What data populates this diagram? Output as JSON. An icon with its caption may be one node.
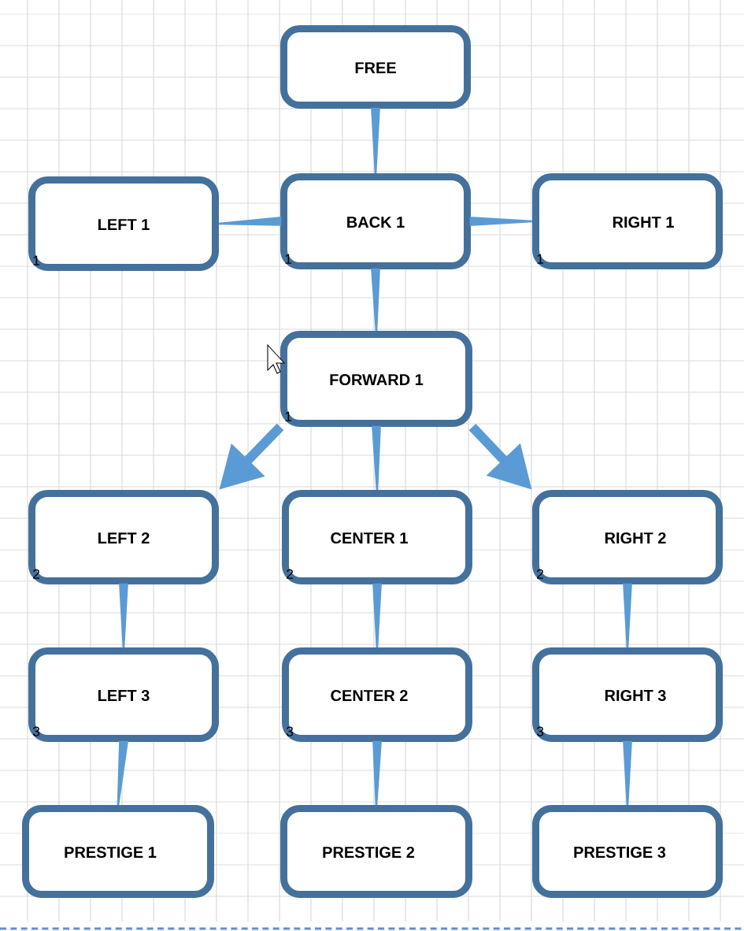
{
  "diagram": {
    "nodes": [
      {
        "text": [
          "FREE"
        ]
      },
      {
        "text": [
          "LEFT 1",
          "1"
        ]
      },
      {
        "text": [
          "BACK 1",
          "1"
        ]
      },
      {
        "text": [
          "RIGHT 1",
          "1"
        ]
      },
      {
        "text": [
          "FORWARD 1",
          "1"
        ]
      },
      {
        "text": [
          "LEFT 2",
          "2"
        ]
      },
      {
        "text": [
          "CENTER 1",
          "2"
        ]
      },
      {
        "text": [
          "RIGHT 2",
          "2"
        ]
      },
      {
        "text": [
          "LEFT 3",
          "3"
        ]
      },
      {
        "text": [
          "CENTER 2",
          "3"
        ]
      },
      {
        "text": [
          "RIGHT 3",
          "3"
        ]
      },
      {
        "text": [
          "PRESTIGE 1"
        ]
      },
      {
        "text": [
          "PRESTIGE 2"
        ]
      },
      {
        "text": [
          "PRESTIGE 3"
        ]
      }
    ],
    "edges": [
      {
        "from": 0,
        "to": 2,
        "arrow": "none"
      },
      {
        "from": 2,
        "to": 1,
        "arrow": "none"
      },
      {
        "from": 2,
        "to": 3,
        "arrow": "none"
      },
      {
        "from": 2,
        "to": 4,
        "arrow": "none"
      },
      {
        "from": 4,
        "to": 5,
        "arrow": "to"
      },
      {
        "from": 4,
        "to": 6,
        "arrow": "none"
      },
      {
        "from": 4,
        "to": 7,
        "arrow": "to"
      },
      {
        "from": 5,
        "to": 8,
        "arrow": "none"
      },
      {
        "from": 6,
        "to": 9,
        "arrow": "none"
      },
      {
        "from": 7,
        "to": 10,
        "arrow": "none"
      },
      {
        "from": 8,
        "to": 11,
        "arrow": "none"
      },
      {
        "from": 9,
        "to": 12,
        "arrow": "none"
      },
      {
        "from": 10,
        "to": 13,
        "arrow": "none"
      }
    ]
  }
}
